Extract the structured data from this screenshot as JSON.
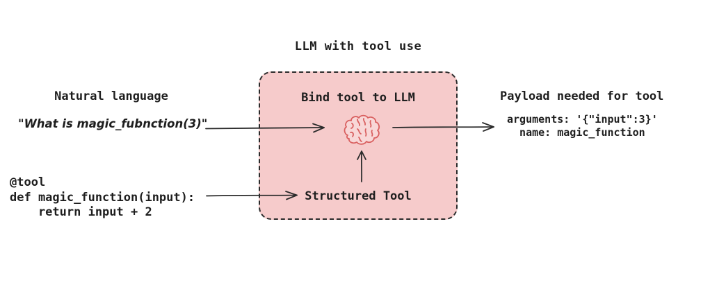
{
  "title": "LLM with tool use",
  "left_panel": {
    "heading": "Natural language",
    "quote": "\"What is magic_fubnction(3)\"",
    "code": "@tool\ndef magic_function(input):\n    return input + 2"
  },
  "center_box": {
    "heading": "Bind tool to LLM",
    "brain_icon": "brain-icon",
    "tool_label": "Structured Tool",
    "fill_color": "#f6cbcb",
    "border_color": "#2b2b2b",
    "brain_color": "#d96060"
  },
  "right_panel": {
    "heading": "Payload needed for tool",
    "payload": "arguments: '{\"input\":3}'\n  name: magic_function"
  },
  "colors": {
    "text": "#1e1e1e",
    "arrow": "#2b2b2b",
    "background": "#ffffff"
  }
}
